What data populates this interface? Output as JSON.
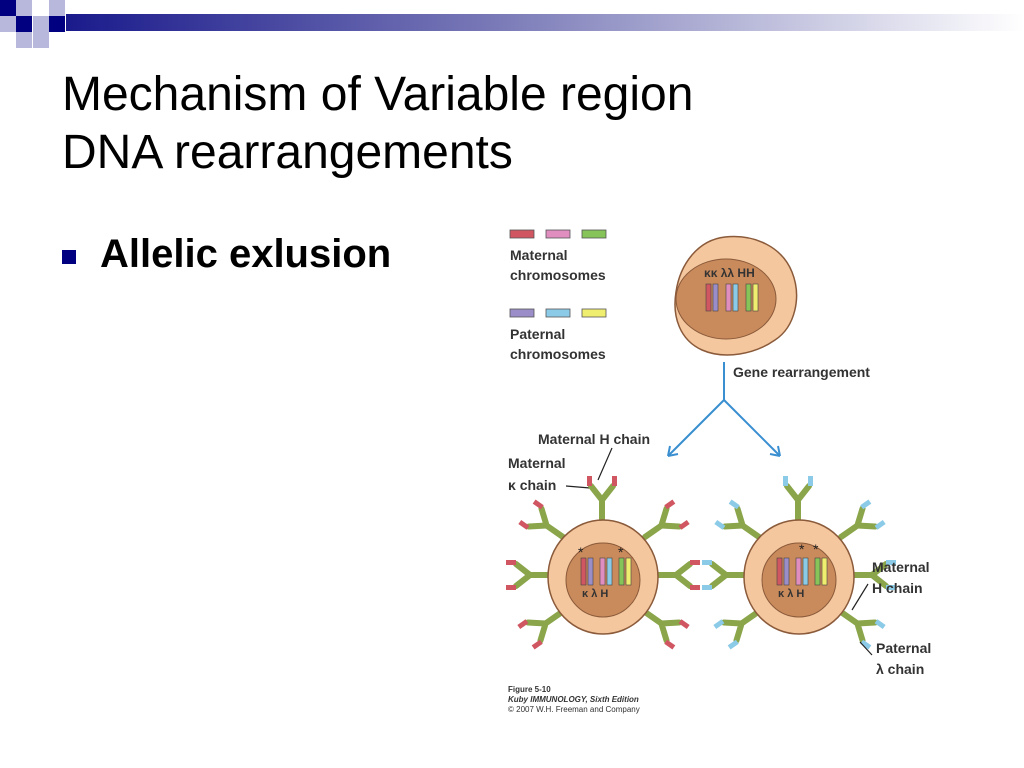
{
  "slide": {
    "title_line1": "Mechanism of Variable region",
    "title_line2": "DNA rearrangements",
    "bullet": "Allelic exlusion"
  },
  "figure": {
    "legend_maternal_1": "Maternal",
    "legend_maternal_2": "chromosomes",
    "legend_paternal_1": "Paternal",
    "legend_paternal_2": "chromosomes",
    "top_cell_labels": "κκ λλ HH",
    "gene_rearrangement": "Gene rearrangement",
    "maternal_h_chain": "Maternal H chain",
    "maternal_kappa_1": "Maternal",
    "maternal_kappa_2": "κ chain",
    "right_maternal_1": "Maternal",
    "right_maternal_2": "H chain",
    "right_paternal_1": "Paternal",
    "right_paternal_2": "λ chain",
    "gene_labels": "κ λ H",
    "asterisk": "*",
    "caption_1": "Figure 5-10",
    "caption_2": "Kuby IMMUNOLOGY, Sixth Edition",
    "caption_3": "© 2007 W.H. Freeman and Company"
  },
  "colors": {
    "maternal_red": "#d05662",
    "maternal_pink": "#e08ec0",
    "maternal_green": "#86c45a",
    "paternal_purple": "#9b8ec8",
    "paternal_blue": "#8ccbe8",
    "paternal_yellow": "#f0ee6e",
    "cell_outer": "#f4c79e",
    "cell_nucleus": "#c98a5c",
    "antibody_green": "#8aa54a",
    "arrow_blue": "#3a8fd0",
    "bullet_navy": "#000080"
  }
}
